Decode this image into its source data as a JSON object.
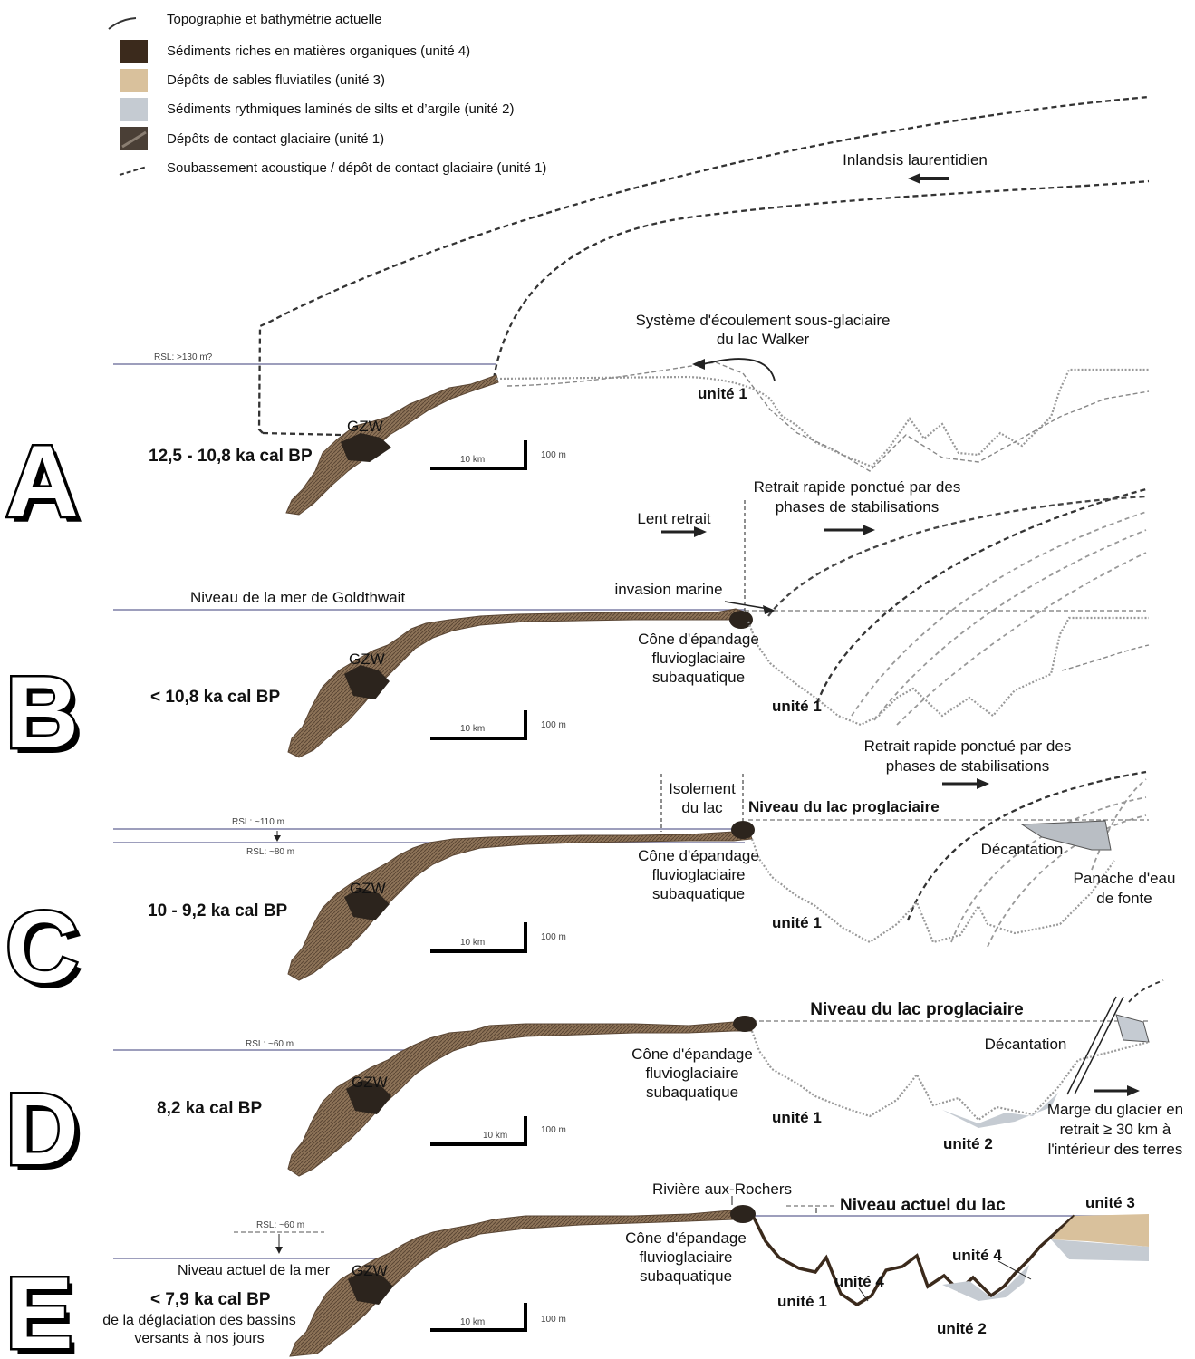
{
  "legend": {
    "items": [
      {
        "label": "Topographie et bathymétrie actuelle",
        "symbol": "line",
        "color": "#333333"
      },
      {
        "label": "Sédiments riches en matières organiques (unité 4)",
        "symbol": "box",
        "color": "#3b2a1c"
      },
      {
        "label": "Dépôts de sables fluviatiles (unité 3)",
        "symbol": "box",
        "color": "#d9c19c"
      },
      {
        "label": "Sédiments rythmiques laminés de silts et d’argile (unité 2)",
        "symbol": "box",
        "color": "#c5cbd2"
      },
      {
        "label": "Dépôts de contact glaciaire (unité 1)",
        "symbol": "box",
        "color": "#4a3f36"
      },
      {
        "label": "Soubassement acoustique / dépôt de contact glaciaire (unité 1)",
        "symbol": "dashed",
        "color": "#333333"
      }
    ]
  },
  "common": {
    "scale_km": "10 km",
    "scale_m": "100 m",
    "gzw": "GZW",
    "unit1": "unité 1",
    "unit2": "unité 2",
    "unit3": "unité 3",
    "unit4": "unité 4",
    "cone": [
      "Cône d'épandage",
      "fluvioglaciaire",
      "subaquatique"
    ]
  },
  "panels": {
    "A": {
      "letter": "A",
      "age": "12,5 - 10,8 ka cal BP",
      "rsl": "RSL: >130 m?",
      "ice": "Inlandsis laurentidien",
      "flow": [
        "Système d'écoulement  sous-glaciaire",
        "du lac Walker"
      ]
    },
    "B": {
      "letter": "B",
      "age": "< 10,8 ka cal BP",
      "sea": "Niveau de la mer de Goldthwait",
      "slow": "Lent retrait",
      "rapid": [
        "Retrait rapide ponctué par des",
        "phases de stabilisations"
      ],
      "invasion": "invasion marine"
    },
    "C": {
      "letter": "C",
      "age": "10 - 9,2 ka cal BP",
      "rsl1": "RSL: ~110 m",
      "rsl2": "RSL: ~80 m",
      "isolation": [
        "Isolement",
        "du lac"
      ],
      "lake": "Niveau du lac proglaciaire",
      "rapid": [
        "Retrait rapide ponctué par des",
        "phases de stabilisations"
      ],
      "decant": "Décantation",
      "plume": [
        "Panache d'eau",
        "de fonte"
      ]
    },
    "D": {
      "letter": "D",
      "age": "8,2 ka cal BP",
      "rsl": "RSL: ~60 m",
      "lake": "Niveau du lac proglaciaire",
      "decant": "Décantation",
      "margin": [
        "Marge du glacier en",
        "retrait ≥ 30 km à",
        "l'intérieur des terres"
      ]
    },
    "E": {
      "letter": "E",
      "age": "< 7,9 ka cal BP",
      "age_sub": [
        "de la déglaciation des bassins",
        "versants à nos jours"
      ],
      "rsl": "RSL: ~60 m",
      "sea": "Niveau actuel de la mer",
      "river": "Rivière aux-Rochers",
      "lake": "Niveau actuel du lac"
    }
  }
}
